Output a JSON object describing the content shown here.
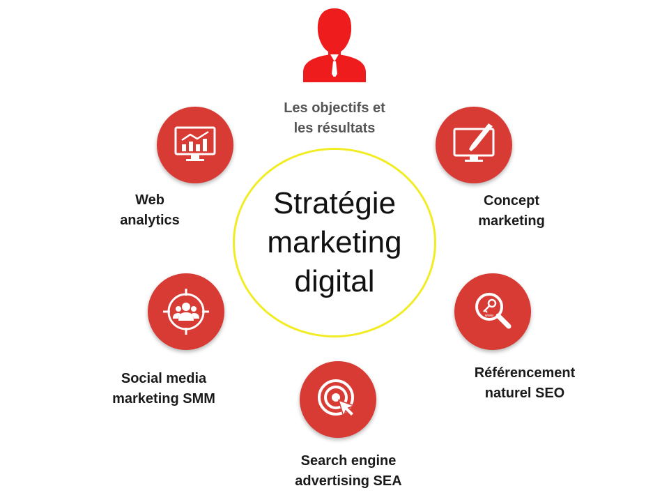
{
  "center": {
    "lines": [
      "Stratégie",
      "marketing",
      "digital"
    ]
  },
  "nodes": {
    "objectifs": {
      "icon": "person-icon",
      "lines": [
        "Les objectifs et",
        "les résultats"
      ]
    },
    "web_analytics": {
      "icon": "chart-monitor-icon",
      "lines": [
        "Web",
        "analytics"
      ]
    },
    "concept": {
      "icon": "design-monitor-icon",
      "lines": [
        "Concept",
        "marketing"
      ]
    },
    "smm": {
      "icon": "audience-target-icon",
      "lines": [
        "Social media",
        "marketing SMM"
      ]
    },
    "seo": {
      "icon": "magnifier-key-icon",
      "lines": [
        "Référencement",
        "naturel SEO"
      ]
    },
    "sea": {
      "icon": "target-cursor-icon",
      "lines": [
        "Search engine",
        "advertising SEA"
      ]
    }
  },
  "colors": {
    "accent": "#d83a34",
    "circle_border": "#f2ec24",
    "person": "#ee1c1c"
  }
}
